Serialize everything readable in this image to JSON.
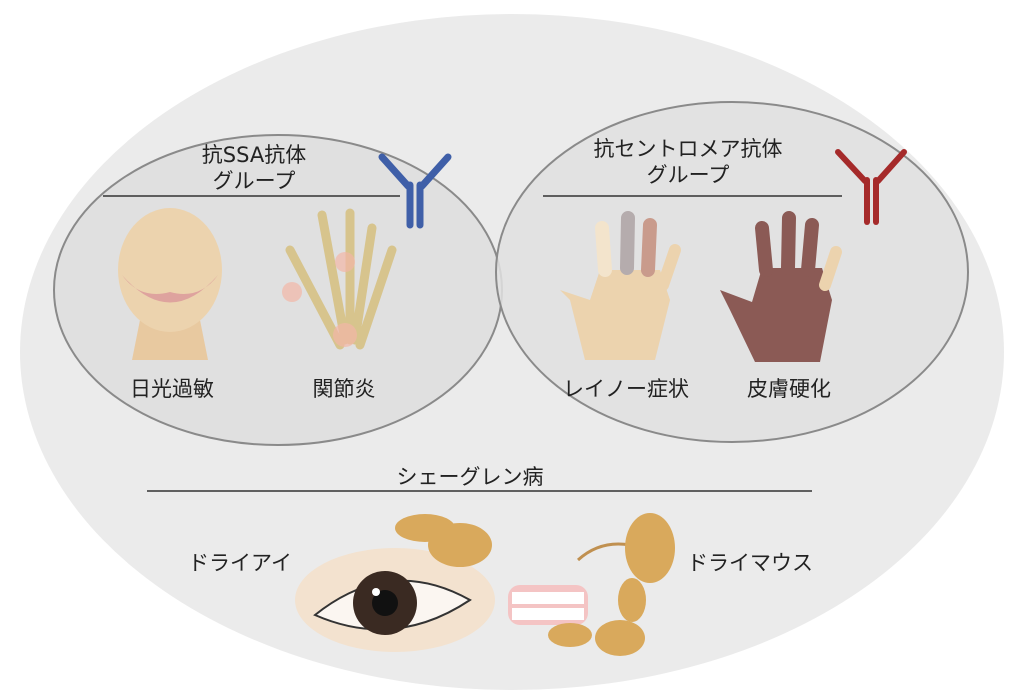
{
  "groups": {
    "ssa": {
      "title_line1": "抗SSA抗体",
      "title_line2": "グループ",
      "items": [
        "日光過敏",
        "関節炎"
      ],
      "antibody_color": "#3f5fa8"
    },
    "centromere": {
      "title_line1": "抗セントロメア抗体",
      "title_line2": "グループ",
      "items": [
        "レイノー症状",
        "皮膚硬化"
      ],
      "antibody_color": "#a52a2a"
    }
  },
  "sjogren": {
    "title": "シェーグレン病",
    "items": [
      "ドライアイ",
      "ドライマウス"
    ]
  },
  "colors": {
    "outer": "#ebebeb",
    "inner": "#e0e0e0",
    "stroke": "#8a8a8a",
    "skin": "#ecd3ae",
    "gland": "#d9a95c"
  }
}
